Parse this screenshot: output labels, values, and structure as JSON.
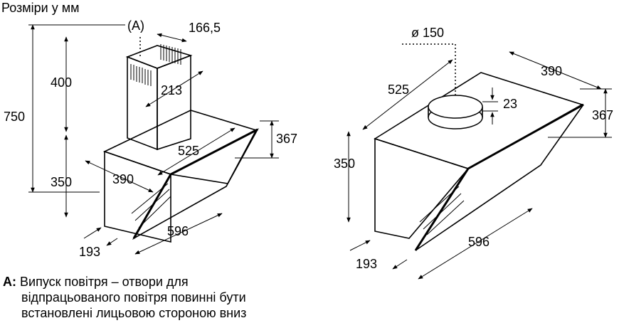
{
  "header": {
    "units_caption": "Розміри у мм"
  },
  "left_view": {
    "outlet_marker": "(A)",
    "outlet_letter": "A",
    "dims": {
      "chimney_width": "166,5",
      "chimney_depth": "213",
      "chimney_height": "400",
      "total_height": "750",
      "body_height": "350",
      "body_depth_top": "525",
      "body_depth": "390",
      "glass_height": "367",
      "width": "596",
      "bottom_depth": "193"
    }
  },
  "right_view": {
    "dims": {
      "outlet_diameter": "ø 150",
      "collar_height": "23",
      "top_depth": "525",
      "depth": "390",
      "glass_height": "367",
      "body_height": "350",
      "width": "596",
      "bottom_depth": "193"
    }
  },
  "footnote": {
    "key": "A:",
    "lines": [
      "Випуск повітря – отвори для",
      "відпрацьованого повітря повинні бути",
      "встановлені лицьовою стороною вниз"
    ]
  }
}
